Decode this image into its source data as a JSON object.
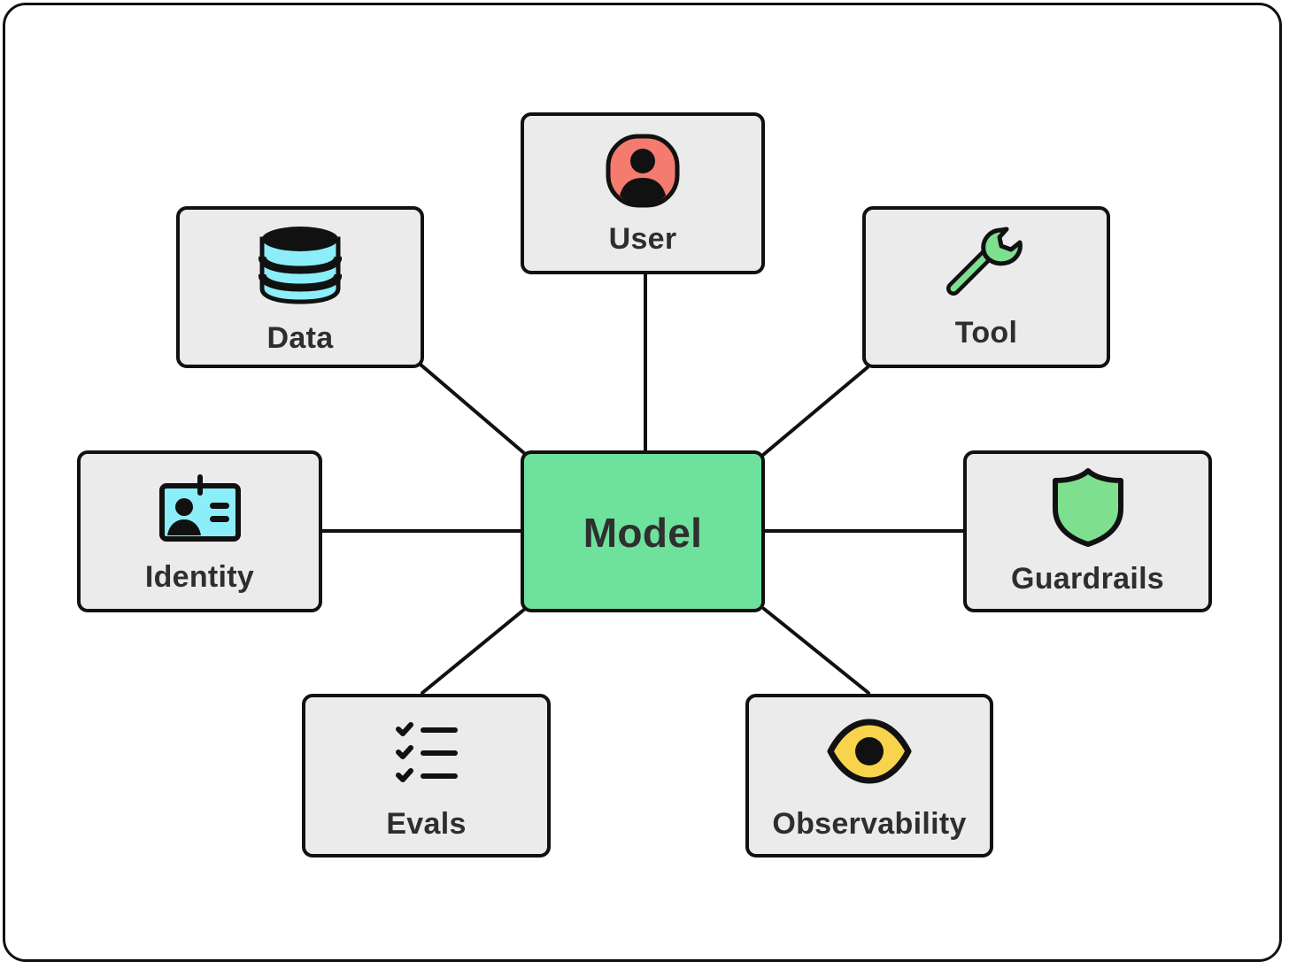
{
  "diagram": {
    "center": {
      "label": "Model",
      "color": "#6ee19d"
    },
    "nodes": {
      "user": {
        "label": "User",
        "icon": "user-icon",
        "icon_color": "#f47b6e"
      },
      "data": {
        "label": "Data",
        "icon": "database-icon",
        "icon_color": "#8ceef9"
      },
      "tool": {
        "label": "Tool",
        "icon": "wrench-icon",
        "icon_color": "#7ee08f"
      },
      "identity": {
        "label": "Identity",
        "icon": "id-card-icon",
        "icon_color": "#8ceef9"
      },
      "guardrails": {
        "label": "Guardrails",
        "icon": "shield-icon",
        "icon_color": "#7ee08f"
      },
      "evals": {
        "label": "Evals",
        "icon": "checklist-icon",
        "icon_color": "#111111"
      },
      "observability": {
        "label": "Observability",
        "icon": "eye-icon",
        "icon_color": "#f7d44c"
      }
    },
    "node_fill": "#ebebeb",
    "stroke_color": "#111111"
  }
}
